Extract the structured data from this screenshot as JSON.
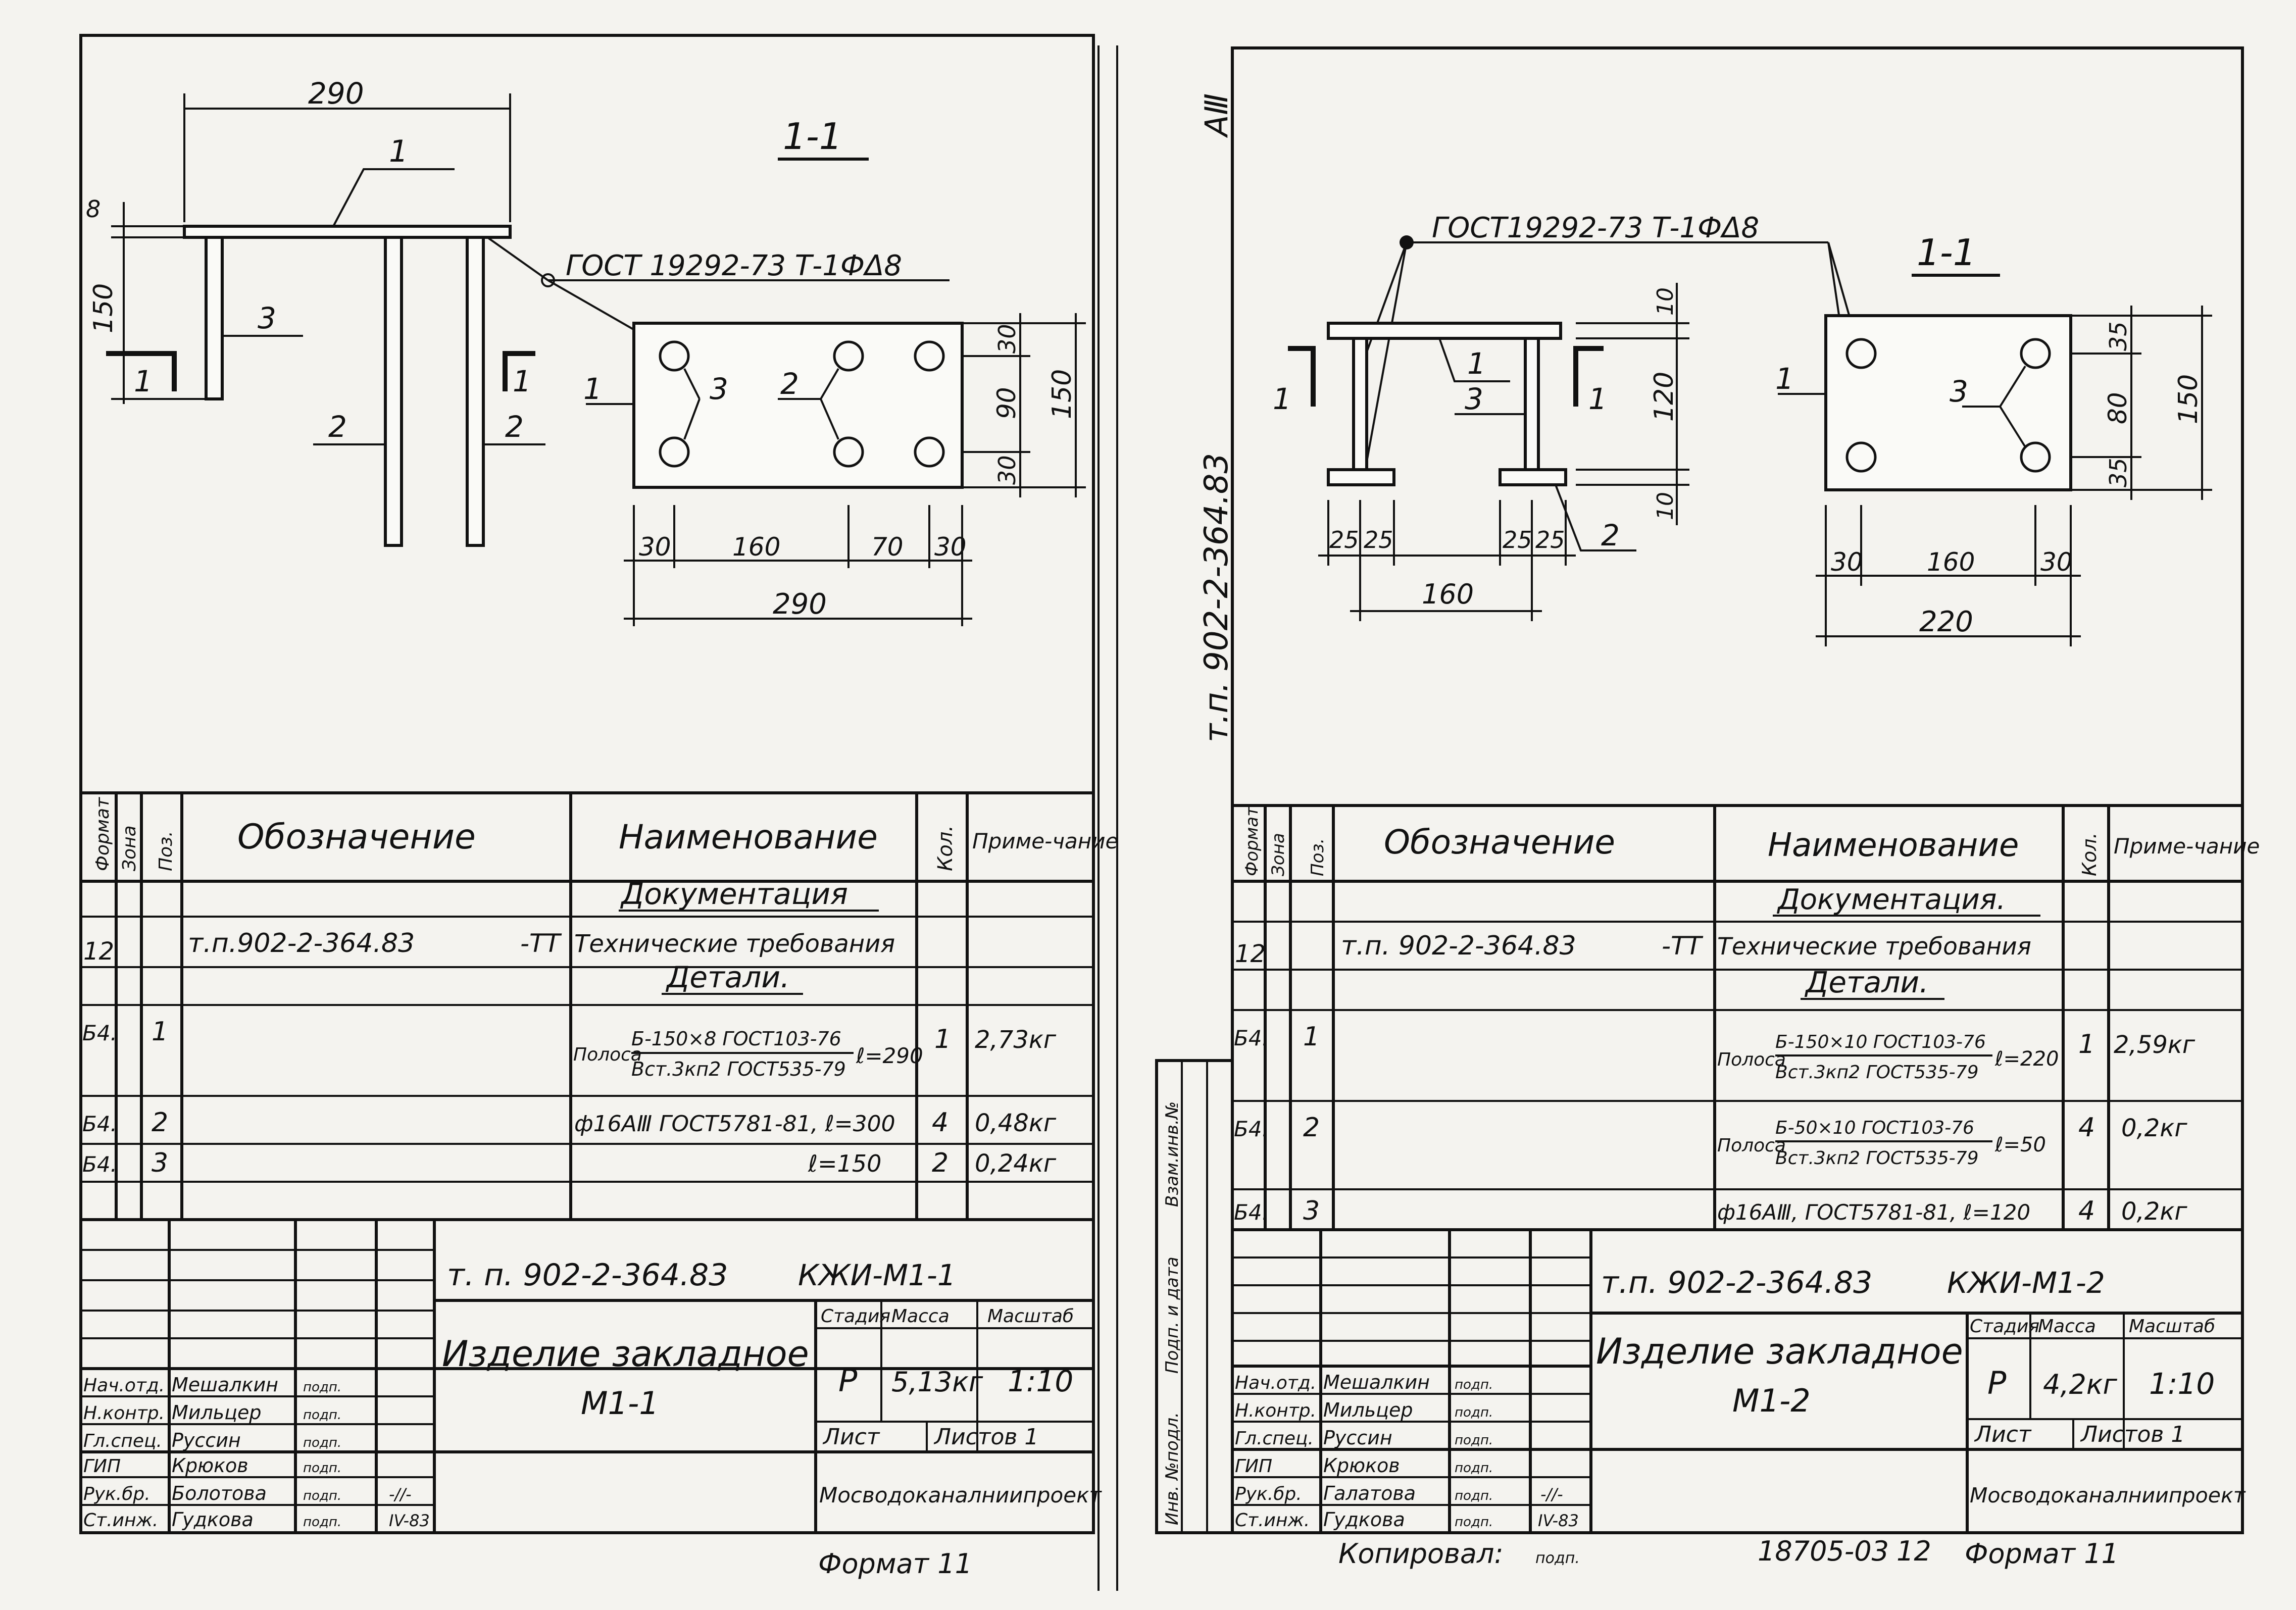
{
  "side_stamp": {
    "sheet_code": "АⅢ",
    "vertical_code": "т.п. 902-2-364.83",
    "vertical_stamp": [
      "Инв. №подл.",
      "Подп. и дата",
      "Взам.инв.№"
    ]
  },
  "sheets": [
    {
      "id": "M1-1",
      "section_label": "1-1",
      "dims": {
        "top_width": "290",
        "thick": "8",
        "h150": "150",
        "plan_30a": "30",
        "plan_90": "90",
        "plan_30b": "30",
        "plan_150": "150",
        "plan_b30a": "30",
        "plan_b160": "160",
        "plan_b70": "70",
        "plan_b30b": "30",
        "plan_total": "290"
      },
      "weld_note": "ГОСТ 19292-73 Т-1ФΔ8",
      "part_marks": {
        "plate": "1",
        "left_bar": "3",
        "rod_left": "2",
        "rod_right": "2",
        "cut_left": "1",
        "cut_right": "1",
        "plan_plate": "1",
        "plan_3": "3",
        "plan_2": "2"
      },
      "spec": {
        "headers": {
          "format": "Формат",
          "zone": "Зона",
          "pos": "Поз.",
          "designation": "Обозначение",
          "name": "Наименование",
          "qty": "Кол.",
          "note": "Приме-чание"
        },
        "section_docs": "Документация",
        "doc_row": {
          "format": "12",
          "designation": "т.п.902-2-364.83",
          "suffix": "-ТТ",
          "name": "Технические требования"
        },
        "section_parts": "Детали.",
        "rows": [
          {
            "format": "Б4.",
            "pos": "1",
            "name_prefix": "Полоса",
            "name_top": "Б-150×8 ГОСТ103-76",
            "name_len": "ℓ=290",
            "name_bottom": "Вст.3кп2 ГОСТ535-79",
            "qty": "1",
            "note": "2,73кг"
          },
          {
            "format": "Б4.",
            "pos": "2",
            "name_top": "ф16АⅢ ГОСТ5781-81, ℓ=300",
            "qty": "4",
            "note": "0,48кг"
          },
          {
            "format": "Б4.",
            "pos": "3",
            "name_top": "ℓ=150",
            "qty": "2",
            "note": "0,24кг"
          }
        ]
      },
      "title_block": {
        "code": "т. п. 902-2-364.83",
        "mark": "КЖИ-М1-1",
        "title": "Изделие закладное",
        "subtitle": "М1-1",
        "stage_label": "Стадия",
        "mass_label": "Масса",
        "scale_label": "Масштаб",
        "stage": "Р",
        "mass": "5,13кг",
        "scale": "1:10",
        "sheet_label": "Лист",
        "sheets_label": "Листов 1",
        "org": "Мосводоканалниипроект",
        "signatures": [
          {
            "role": "Нач.отд.",
            "name": "Мешалкин",
            "sign": "подп.",
            "date": ""
          },
          {
            "role": "Н.контр.",
            "name": "Мильцер",
            "sign": "подп.",
            "date": ""
          },
          {
            "role": "Гл.спец.",
            "name": "Руссин",
            "sign": "подп.",
            "date": ""
          },
          {
            "role": "ГИП",
            "name": "Крюков",
            "sign": "подп.",
            "date": ""
          },
          {
            "role": "Рук.бр.",
            "name": "Болотова",
            "sign": "подп.",
            "date": "-//-"
          },
          {
            "role": "Ст.инж.",
            "name": "Гудкова",
            "sign": "подп.",
            "date": "IV-83"
          }
        ]
      },
      "footer": "Формат 11"
    },
    {
      "id": "M1-2",
      "section_label": "1-1",
      "dims": {
        "t10a": "10",
        "h120": "120",
        "t10b": "10",
        "b25a": "25",
        "b25b": "25",
        "b25c": "25",
        "b25d": "25",
        "b160": "160",
        "plan_35a": "35",
        "plan_80": "80",
        "plan_35b": "35",
        "plan_150": "150",
        "plan_b30a": "30",
        "plan_b160": "160",
        "plan_b30b": "30",
        "plan_total": "220"
      },
      "weld_note": "ГОСТ19292-73 Т-1ФΔ8",
      "part_marks": {
        "cut_left": "1",
        "plate_mark": "1",
        "bar_mark": "3",
        "cut_right": "1",
        "foot_mark": "2",
        "plan_plate": "1",
        "plan_3": "3"
      },
      "spec": {
        "headers": {
          "format": "Формат",
          "zone": "Зона",
          "pos": "Поз.",
          "designation": "Обозначение",
          "name": "Наименование",
          "qty": "Кол.",
          "note": "Приме-чание"
        },
        "section_docs": "Документация.",
        "doc_row": {
          "format": "12",
          "designation": "т.п. 902-2-364.83",
          "suffix": "-ТТ",
          "name": "Технические требования"
        },
        "section_parts": "Детали.",
        "rows": [
          {
            "format": "Б4.",
            "pos": "1",
            "name_prefix": "Полоса",
            "name_top": "Б-150×10 ГОСТ103-76",
            "name_len": "ℓ=220",
            "name_bottom": "Вст.3кп2 ГОСТ535-79",
            "qty": "1",
            "note": "2,59кг"
          },
          {
            "format": "Б4.",
            "pos": "2",
            "name_prefix": "Полоса",
            "name_top": "Б-50×10 ГОСТ103-76",
            "name_len": "ℓ=50",
            "name_bottom": "Вст.3кп2 ГОСТ535-79",
            "qty": "4",
            "note": "0,2кг"
          },
          {
            "format": "Б4.",
            "pos": "3",
            "name_top": "ф16АⅢ, ГОСТ5781-81, ℓ=120",
            "qty": "4",
            "note": "0,2кг"
          }
        ]
      },
      "title_block": {
        "code": "т.п. 902-2-364.83",
        "mark": "КЖИ-М1-2",
        "title": "Изделие закладное",
        "subtitle": "М1-2",
        "stage_label": "Стадия",
        "mass_label": "Масса",
        "scale_label": "Масштаб",
        "stage": "Р",
        "mass": "4,2кг",
        "scale": "1:10",
        "sheet_label": "Лист",
        "sheets_label": "Листов 1",
        "org": "Мосводоканалниипроект",
        "signatures": [
          {
            "role": "Нач.отд.",
            "name": "Мешалкин",
            "sign": "подп.",
            "date": ""
          },
          {
            "role": "Н.контр.",
            "name": "Мильцер",
            "sign": "подп.",
            "date": ""
          },
          {
            "role": "Гл.спец.",
            "name": "Руссин",
            "sign": "подп.",
            "date": ""
          },
          {
            "role": "ГИП",
            "name": "Крюков",
            "sign": "подп.",
            "date": ""
          },
          {
            "role": "Рук.бр.",
            "name": "Галатова",
            "sign": "подп.",
            "date": "-//-"
          },
          {
            "role": "Ст.инж.",
            "name": "Гудкова",
            "sign": "подп.",
            "date": "IV-83"
          }
        ]
      },
      "copied_by": "Копировал:",
      "copied_sign": "подп.",
      "archive_no": "18705-03",
      "page_no": "12",
      "footer": "Формат 11"
    }
  ]
}
